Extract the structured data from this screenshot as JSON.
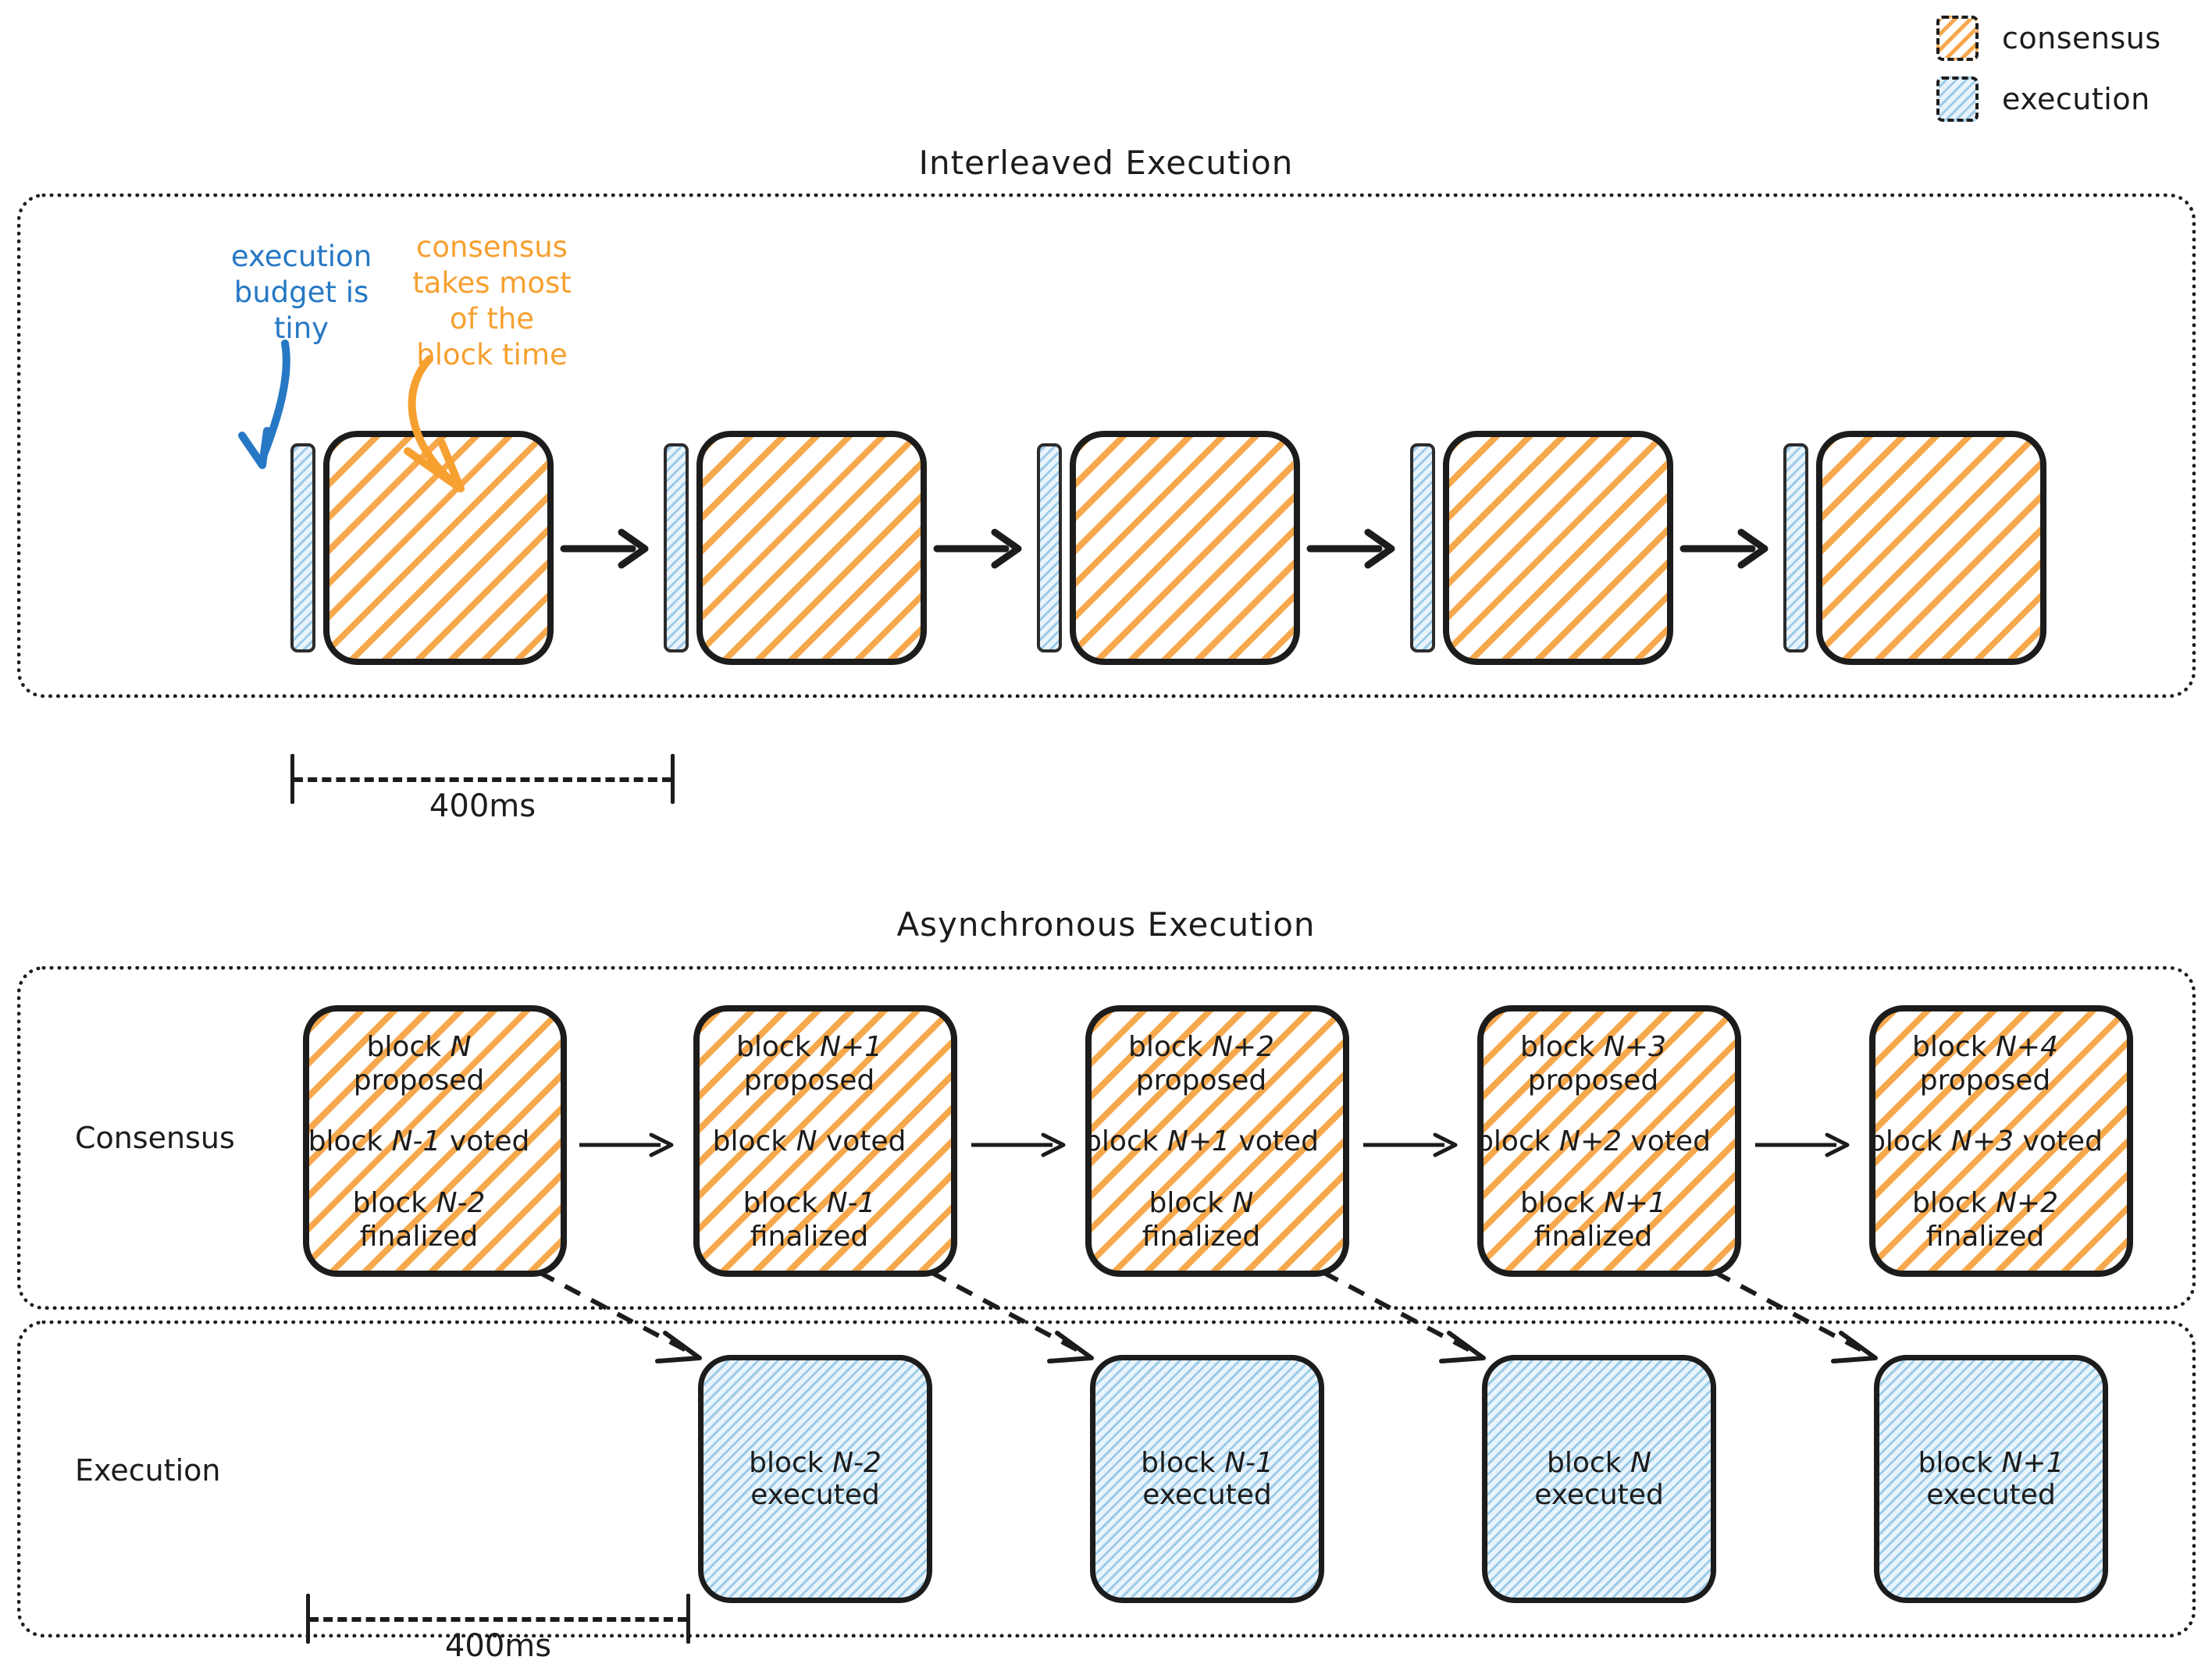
{
  "legend": {
    "items": [
      {
        "label": "consensus",
        "icon": "consensus-hatch-swatch",
        "color": "#f6a84c"
      },
      {
        "label": "execution",
        "icon": "execution-hatch-swatch",
        "color": "#9ccbe8"
      }
    ]
  },
  "sections": {
    "interleaved": {
      "title": "Interleaved Execution",
      "annotations": {
        "execution": {
          "text": "execution\nbudget is\ntiny",
          "color": "#2678c4"
        },
        "consensus": {
          "text": "consensus\ntakes most\nof the\nblock time",
          "color": "#f6a030"
        }
      },
      "slots": [
        {
          "execution_bar": "execution",
          "consensus_box": "consensus"
        },
        {
          "execution_bar": "execution",
          "consensus_box": "consensus"
        },
        {
          "execution_bar": "execution",
          "consensus_box": "consensus"
        },
        {
          "execution_bar": "execution",
          "consensus_box": "consensus"
        },
        {
          "execution_bar": "execution",
          "consensus_box": "consensus"
        }
      ],
      "bracket": {
        "label": "400ms"
      }
    },
    "asynchronous": {
      "title": "Asynchronous Execution",
      "rows": {
        "consensus_label": "Consensus",
        "execution_label": "Execution"
      },
      "consensus_blocks": [
        {
          "proposed": "block N\nproposed",
          "voted": "block N-1 voted",
          "finalized": "block N-2\nfinalized"
        },
        {
          "proposed": "block N+1\nproposed",
          "voted": "block N voted",
          "finalized": "block N-1\nfinalized"
        },
        {
          "proposed": "block N+2\nproposed",
          "voted": "block N+1 voted",
          "finalized": "block N\nfinalized"
        },
        {
          "proposed": "block N+3\nproposed",
          "voted": "block N+2 voted",
          "finalized": "block N+1\nfinalized"
        },
        {
          "proposed": "block N+4\nproposed",
          "voted": "block N+3 voted",
          "finalized": "block N+2\nfinalized"
        }
      ],
      "execution_blocks": [
        {
          "text": "block N-2\nexecuted"
        },
        {
          "text": "block N-1\nexecuted"
        },
        {
          "text": "block N\nexecuted"
        },
        {
          "text": "block N+1\nexecuted"
        }
      ],
      "bracket": {
        "label": "400ms"
      }
    }
  },
  "colors": {
    "consensus": "#f6a84c",
    "execution": "#9ccbe8",
    "annotation_blue": "#2678c4",
    "annotation_orange": "#f6a030",
    "stroke": "#1c1c1c"
  }
}
